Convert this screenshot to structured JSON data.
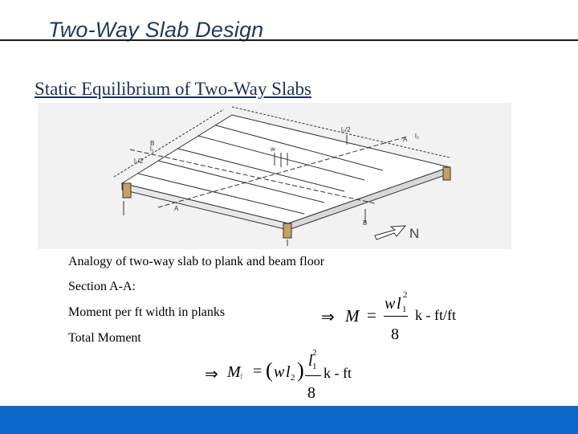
{
  "slide": {
    "title": "Two-Way Slab Design",
    "subtitle": "Static Equilibrium of Two-Way Slabs",
    "figure": {
      "dim_top": "l₂/2",
      "dim_top_right": "l₂",
      "dim_left_top": "l₁",
      "dim_left_bottom": "l₁/2",
      "load_label": "w",
      "section_a_top": "A",
      "section_a_bottom": "A",
      "section_b_top": "B",
      "section_b_bottom": "B",
      "north_label": "N"
    },
    "lines": {
      "analogy": "Analogy of two-way slab to plank and beam floor",
      "section": "Section A-A:",
      "moment_planks": "Moment per ft width in planks",
      "total_moment": "Total Moment"
    },
    "eq1": {
      "arrow": "⇒",
      "lhs": "M",
      "equals": "=",
      "num_w": "w",
      "num_l": "l",
      "num_sup": "2",
      "num_sub": "1",
      "den": "8",
      "units": "k - ft/ft"
    },
    "eq2": {
      "arrow": "⇒",
      "lhs": "M",
      "lhs_sub": "f",
      "equals": "=",
      "open_paren": "(",
      "w": "w",
      "l": "l",
      "l_sub": "2",
      "close_paren": ")",
      "frac_l": "l",
      "frac_sup": "2",
      "frac_sub": "1",
      "den": "8",
      "units": "k - ft"
    }
  }
}
